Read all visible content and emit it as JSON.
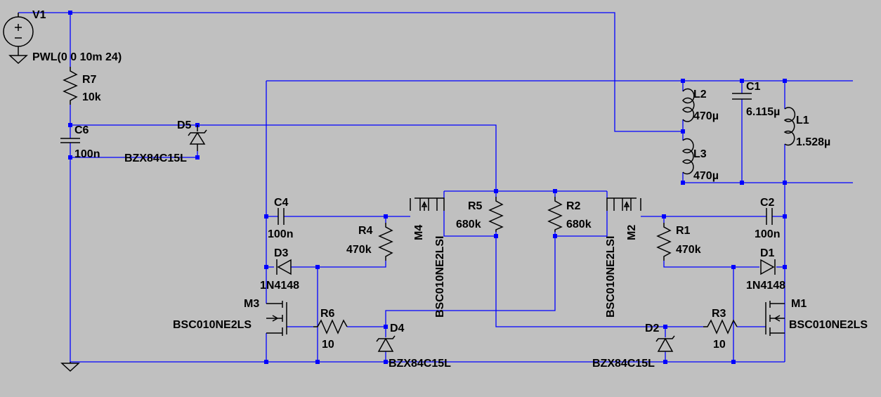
{
  "app": {
    "name": "LTspice schematic",
    "background": "#c0c0c0",
    "wire_color": "#0000ff",
    "symbol_color": "#000000"
  },
  "components": {
    "V1": {
      "name": "V1",
      "value": "PWL(0 0 10m 24)"
    },
    "R7": {
      "name": "R7",
      "value": "10k"
    },
    "C6": {
      "name": "C6",
      "value": "100n"
    },
    "D5": {
      "name": "D5",
      "value": "BZX84C15L"
    },
    "L2": {
      "name": "L2",
      "value": "470µ"
    },
    "L3": {
      "name": "L3",
      "value": "470µ"
    },
    "C1": {
      "name": "C1",
      "value": "6.115µ"
    },
    "L1": {
      "name": "L1",
      "value": "1.528µ"
    },
    "C4": {
      "name": "C4",
      "value": "100n"
    },
    "R4": {
      "name": "R4",
      "value": "470k"
    },
    "M4": {
      "name": "M4",
      "value": "BSC010NE2LSI"
    },
    "R5": {
      "name": "R5",
      "value": "680k"
    },
    "R2": {
      "name": "R2",
      "value": "680k"
    },
    "M2": {
      "name": "M2",
      "value": "BSC010NE2LSI"
    },
    "R1": {
      "name": "R1",
      "value": "470k"
    },
    "C2": {
      "name": "C2",
      "value": "100n"
    },
    "D3": {
      "name": "D3",
      "value": "1N4148"
    },
    "D1": {
      "name": "D1",
      "value": "1N4148"
    },
    "M3": {
      "name": "M3",
      "value": "BSC010NE2LS"
    },
    "M1": {
      "name": "M1",
      "value": "BSC010NE2LS"
    },
    "R6": {
      "name": "R6",
      "value": "10"
    },
    "R3": {
      "name": "R3",
      "value": "10"
    },
    "D4": {
      "name": "D4",
      "value": "BZX84C15L"
    },
    "D2": {
      "name": "D2",
      "value": "BZX84C15L"
    }
  }
}
